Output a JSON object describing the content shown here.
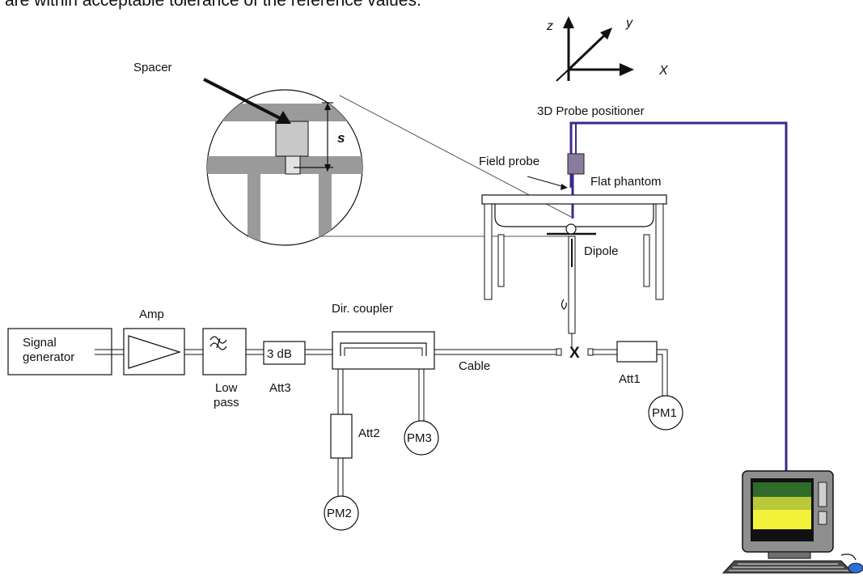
{
  "header_text": "are within acceptable tolerance of the reference values.",
  "labels": {
    "spacer": "Spacer",
    "s": "s",
    "axis_z": "z",
    "axis_y": "y",
    "axis_x": "X",
    "probe_positioner": "3D Probe positioner",
    "field_probe": "Field probe",
    "flat_phantom": "Flat phantom",
    "dipole": "Dipole",
    "signal_generator_1": "Signal",
    "signal_generator_2": "generator",
    "amp": "Amp",
    "low_pass_1": "Low",
    "low_pass_2": "pass",
    "att3_value": "3 dB",
    "att3": "Att3",
    "dir_coupler": "Dir. coupler",
    "cable": "Cable",
    "cross": "X",
    "att1": "Att1",
    "att2": "Att2",
    "pm1": "PM1",
    "pm2": "PM2",
    "pm3": "PM3"
  },
  "colors": {
    "line": "#111111",
    "gray_bar": "#9a9a9a",
    "purple_cable": "#3b2a8c",
    "probe_box": "#8a7a9e",
    "screen_green": "#2f6b2a",
    "screen_lime": "#b9c93a",
    "screen_yellow": "#f2f23a"
  }
}
